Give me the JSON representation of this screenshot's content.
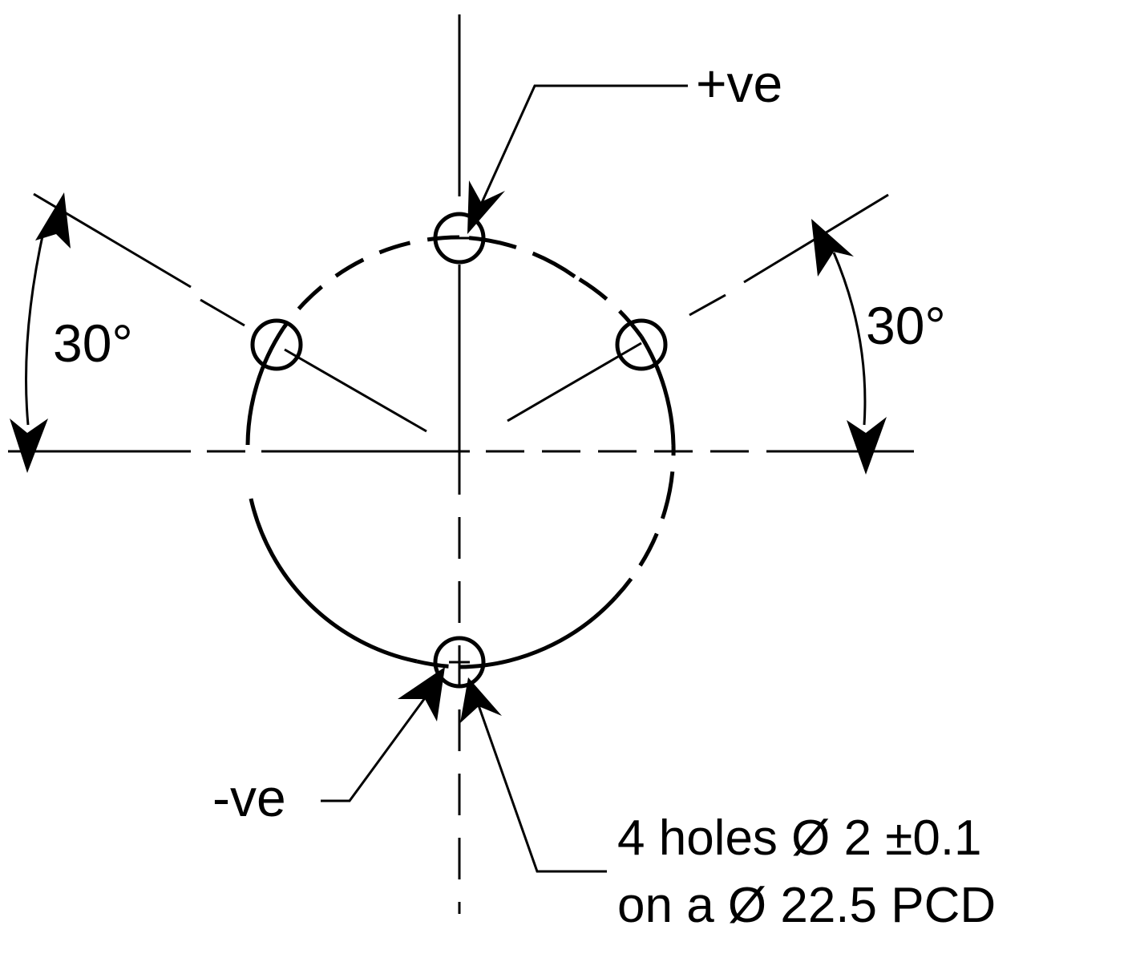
{
  "labels": {
    "positive": "+ve",
    "negative": "-ve",
    "angle_left": "30°",
    "angle_right": "30°",
    "holes_line1": "4 holes Ø 2 ±0.1",
    "holes_line2": "on a Ø 22.5 PCD"
  },
  "colors": {
    "ink": "#000000",
    "paper": "#ffffff"
  }
}
